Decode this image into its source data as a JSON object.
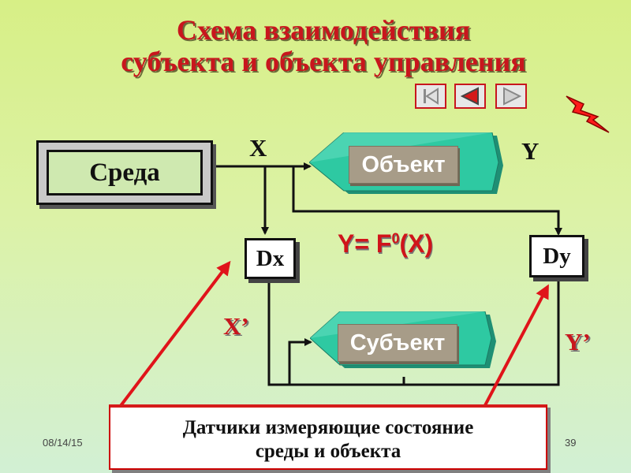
{
  "title": {
    "line1": "Схема взаимодействия",
    "line2": "субъекта и объекта управления"
  },
  "nav": {
    "first_icon": "skip-to-first-icon",
    "prev_icon": "previous-slide-icon",
    "next_icon": "next-slide-icon"
  },
  "diagram": {
    "environment": "Среда",
    "object": "Объект",
    "subject": "Субъект",
    "sensor_x": "Dx",
    "sensor_y": "Dy",
    "label_x": "X",
    "label_y": "Y",
    "label_x_prime": "X’",
    "label_y_prime": "Y’",
    "formula": {
      "lhs": "Y= F",
      "sup": "0",
      "rhs": "(X)"
    }
  },
  "callout": {
    "line1": "Датчики измеряющие состояние",
    "line2": "среды и объекта"
  },
  "footer": {
    "date": "08/14/15",
    "page": "39"
  },
  "colors": {
    "title": "#c8161d",
    "accent_red": "#e0141a",
    "hex_teal": "#2ec9a2",
    "hex_label": "#a79c88"
  }
}
